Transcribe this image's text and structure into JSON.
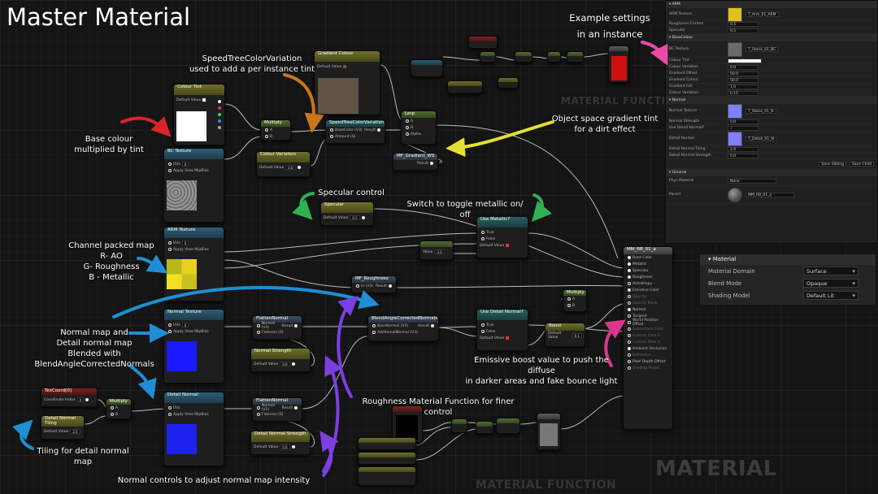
{
  "title": "Master Material",
  "watermarks": {
    "mf_top": "MATERIAL FUNCTION",
    "mf_bottom": "MATERIAL FUNCTION",
    "material": "MATERIAL"
  },
  "annotations": {
    "example_settings": "Example settings\nin an instance",
    "speedtree": "SpeedTreeColorVariation\nused to add a per instance tint",
    "base_colour": "Base colour\nmultiplied by tint",
    "gradient_tint": "Object space gradient tint\nfor a dirt effect",
    "specular": "Specular control",
    "switch_metallic": "Switch to toggle metallic on/ off",
    "channel_packed": "Channel packed map\nR- AO\nG- Roughness\nB - Metallic",
    "normal_map": "Normal map and\nDetail normal map\nBlended with\nBlendAngleCorrectedNormals",
    "emissive_boost": "Emissive boost value to push the diffuse\nin darker areas and fake bounce light",
    "roughness_mf": "Roughness Material Function for finer control",
    "tiling_detail": "Tiling for detail normal map",
    "normal_controls": "Normal controls to adjust normal map intensity"
  },
  "material_panel": {
    "header": "Material",
    "rows": [
      {
        "label": "Material Domain",
        "value": "Surface"
      },
      {
        "label": "Blend Mode",
        "value": "Opaque"
      },
      {
        "label": "Shading Model",
        "value": "Default Lit"
      }
    ]
  },
  "colors": {
    "arrow_red": "#d8252b",
    "arrow_orange": "#c8761a",
    "arrow_yellow": "#e2e033",
    "arrow_green": "#2fb152",
    "arrow_blue": "#1e8fd6",
    "arrow_purple": "#7b3fe0",
    "arrow_pink": "#e84aa6",
    "arrow_magenta": "#d9388a"
  }
}
